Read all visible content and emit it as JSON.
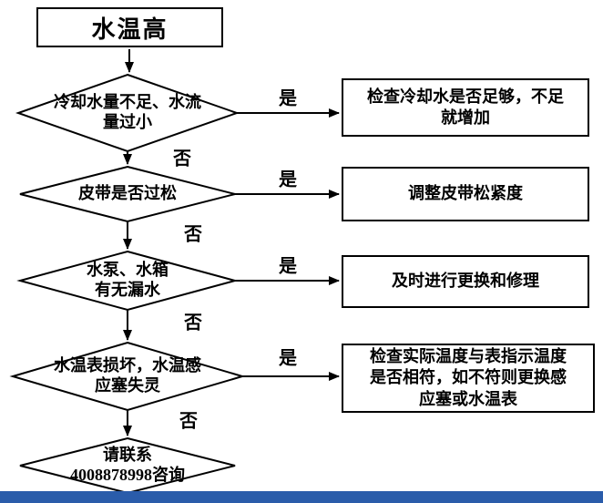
{
  "colors": {
    "footer_bar": "#2a5caa",
    "shape_border": "#000000",
    "shape_fill": "#ffffff",
    "text": "#000000"
  },
  "flowchart": {
    "start": {
      "label": "水温高"
    },
    "decisions": [
      {
        "label": "冷却水量不足、水流\n量过小",
        "yes_label": "是",
        "no_label": "否"
      },
      {
        "label": "皮带是否过松",
        "yes_label": "是",
        "no_label": "否"
      },
      {
        "label": "水泵、水箱\n有无漏水",
        "yes_label": "是",
        "no_label": "否"
      },
      {
        "label": "水温表损坏，水温感\n应塞失灵",
        "yes_label": "是",
        "no_label": "否"
      }
    ],
    "actions": [
      {
        "label": "检查冷却水是否足够，不足\n就增加"
      },
      {
        "label": "调整皮带松紧度"
      },
      {
        "label": "及时进行更换和修理"
      },
      {
        "label": "检查实际温度与表指示温度\n是否相符，如不符则更换感\n应塞或水温表"
      }
    ],
    "end": {
      "label": "请联系\n4008878998咨询"
    }
  }
}
